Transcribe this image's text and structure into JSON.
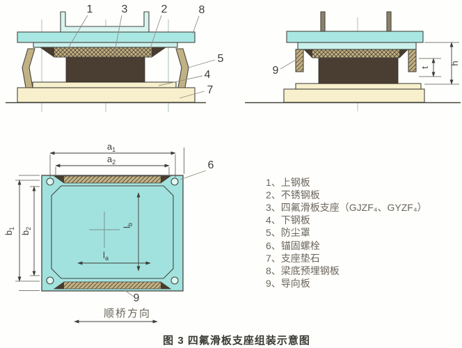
{
  "figure": {
    "caption": "图 3 四氟滑板支座组装示意图"
  },
  "legend": {
    "items": [
      "1、上钢板",
      "2、不锈钢板",
      "3、四氟滑板支座（GJZF₄、GYZF₄）",
      "4、下钢板",
      "5、防尘罩",
      "6、锚固螺栓",
      "7、支座垫石",
      "8、梁底预埋钢板",
      "9、导向板"
    ]
  },
  "front_view": {
    "callouts": {
      "upper_plate": "1",
      "stainless_plate": "2",
      "ptfe_bearing": "3",
      "lower_plate": "4",
      "dust_cover": "5",
      "pedestal": "7",
      "embedded_plate": "8"
    }
  },
  "side_view": {
    "callouts": {
      "guide_plate": "9"
    },
    "dims": {
      "t": "t",
      "h": "h"
    }
  },
  "plan_view": {
    "callouts": {
      "anchor_bolt": "6",
      "guide_plate": "9"
    },
    "dims": {
      "a1": {
        "base": "a",
        "sub": "1"
      },
      "a2": {
        "base": "a",
        "sub": "2"
      },
      "b1": {
        "base": "b",
        "sub": "1"
      },
      "b2": {
        "base": "b",
        "sub": "2"
      },
      "la": {
        "base": "l",
        "sub": "a"
      },
      "lb": {
        "base": "l",
        "sub": "b"
      }
    },
    "direction_label": "顺桥方向"
  },
  "colors": {
    "steel_plate_cyan": "#a9e7e3",
    "steel_plate_light": "#cbf0ec",
    "channel_fill": "#d8f4f0",
    "plan_plate_cyan": "#a2e2de",
    "hole_fill": "#ddf6f2",
    "ptfe_tan": "#c2b183",
    "bearing_brown": "#4a3e33",
    "concrete_cream": "#f8f0cd",
    "bolt_gray": "#8d8168",
    "hatch_dark": "#473c2f"
  }
}
